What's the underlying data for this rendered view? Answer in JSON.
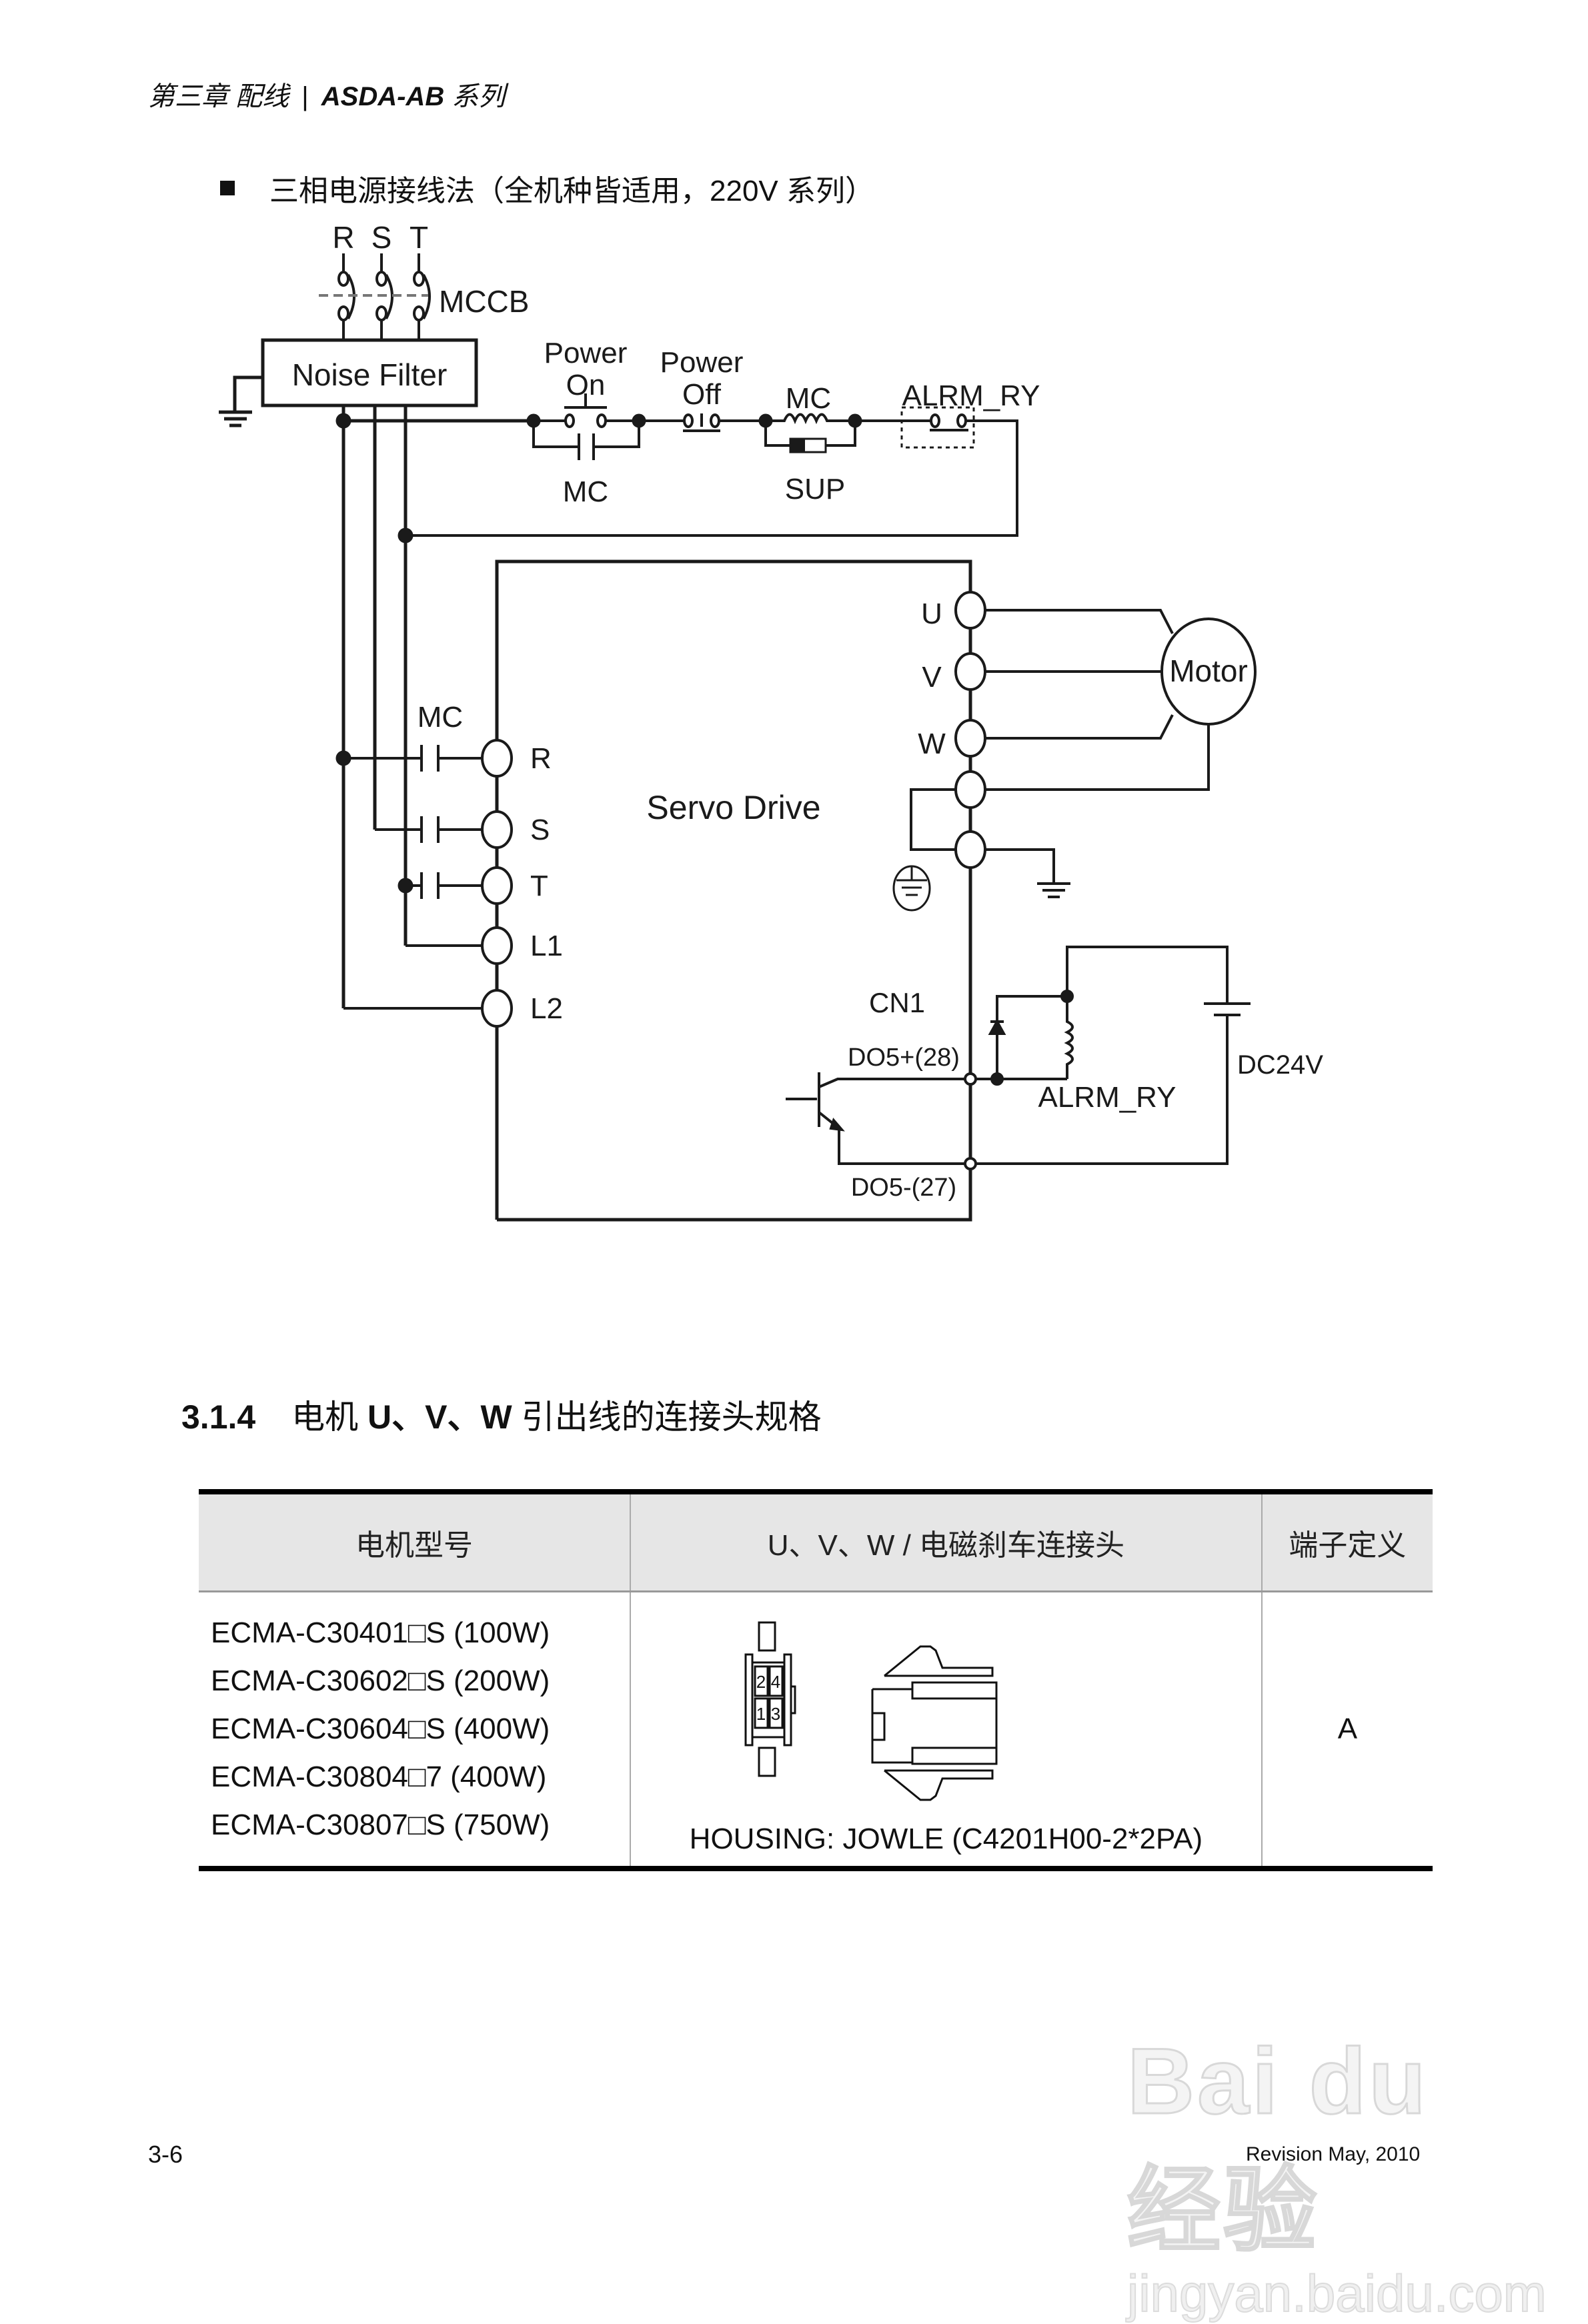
{
  "header": {
    "chapter": "第三章 配线",
    "separator": "|",
    "series": "ASDA-AB",
    "series_suffix": "系列"
  },
  "bullet": {
    "text": "三相电源接线法（全机种皆适用，220V 系列）"
  },
  "diagram": {
    "phase_labels": [
      "R",
      "S",
      "T"
    ],
    "mccb": "MCCB",
    "noise_filter": "Noise Filter",
    "power_on": [
      "Power",
      "On"
    ],
    "power_off": [
      "Power",
      "Off"
    ],
    "mc_coil": "MC",
    "alarm_contact": "ALRM_RY",
    "mc_aux": "MC",
    "surge_suppressor": "SUP",
    "servo_drive": "Servo Drive",
    "mc_main": "MC",
    "input_terminals": [
      "R",
      "S",
      "T",
      "L1",
      "L2"
    ],
    "output_terminals": [
      "U",
      "V",
      "W"
    ],
    "motor": "Motor",
    "cn1": "CN1",
    "do5_plus": "DO5+(28)",
    "do5_minus": "DO5-(27)",
    "relay": "ALRM_RY",
    "supply": "DC24V"
  },
  "section": {
    "number": "3.1.4",
    "title_prefix": "电机",
    "title_letters": "U、V、W",
    "title_suffix": "引出线的连接头规格"
  },
  "table": {
    "headers": [
      "电机型号",
      "U、V、W / 电磁刹车连接头",
      "端子定义"
    ],
    "rows": [
      {
        "models": [
          "ECMA-C30401□S (100W)",
          "ECMA-C30602□S (200W)",
          "ECMA-C30604□S (400W)",
          "ECMA-C30804□7 (400W)",
          "ECMA-C30807□S (750W)"
        ],
        "connector_pins": [
          "2",
          "4",
          "1",
          "3"
        ],
        "housing": "HOUSING: JOWLE (C4201H00-2*2PA)",
        "terminal_def": "A"
      }
    ]
  },
  "footer": {
    "page": "3-6",
    "revision": "Revision May, 2010"
  },
  "watermark": {
    "brand": "Bai du 经验",
    "url": "jingyan.baidu.com"
  }
}
